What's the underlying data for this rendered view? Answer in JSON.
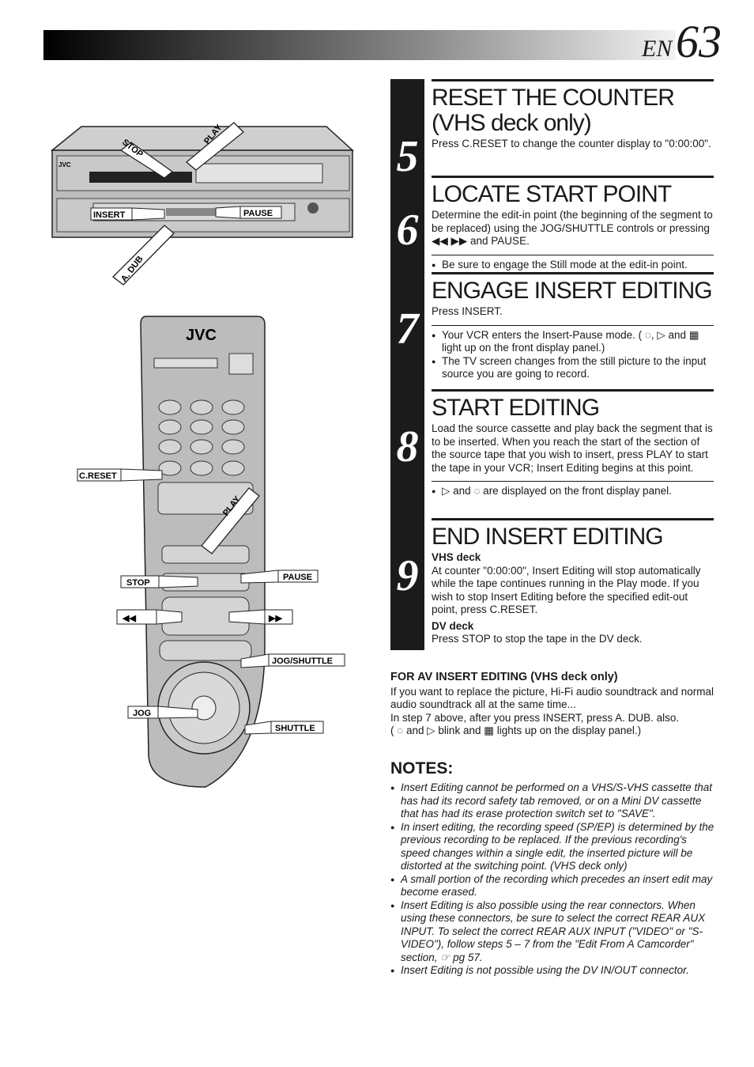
{
  "header": {
    "lang": "EN",
    "page_number": "63"
  },
  "illustration": {
    "deck_labels": {
      "stop": "STOP",
      "play": "PLAY",
      "insert": "INSERT",
      "pause": "PAUSE",
      "a_dub": "A. DUB",
      "jvc": "JVC"
    },
    "remote_labels": {
      "brand": "JVC",
      "c_reset": "C.RESET",
      "play": "PLAY",
      "stop": "STOP",
      "pause": "PAUSE",
      "rewind": "◀◀",
      "ffwd": "▶▶",
      "jog_shuttle": "JOG/SHUTTLE",
      "jog": "JOG",
      "shuttle": "SHUTTLE"
    }
  },
  "steps": [
    {
      "number": "5",
      "title_line1": "RESET THE COUNTER",
      "title_line2": "(VHS deck only)",
      "body": "Press C.RESET to change the counter display to \"0:00:00\"."
    },
    {
      "number": "6",
      "title_line1": "LOCATE START POINT",
      "body": "Determine the edit-in point (the beginning of the segment to be replaced) using the JOG/SHUTTLE controls or pressing ◀◀ ▶▶ and PAUSE.",
      "bullets": [
        "Be sure to engage the Still mode at the edit-in point."
      ]
    },
    {
      "number": "7",
      "title_line1": "ENGAGE INSERT EDITING",
      "body": "Press INSERT.",
      "bullets": [
        "Your VCR enters the Insert-Pause mode. ( ◌, ▷ and ▦ light up on the front display panel.)",
        "The TV screen changes from the still picture to the input source you are going to record."
      ]
    },
    {
      "number": "8",
      "title_line1": "START EDITING",
      "body": "Load the source cassette and play back the segment that is to be inserted. When you reach the start of the section of the source tape that you wish to insert, press PLAY to start the tape in your VCR; Insert Editing begins at this point.",
      "bullets": [
        "▷ and ◌ are displayed on the front display panel."
      ]
    },
    {
      "number": "9",
      "title_line1": "END INSERT EDITING",
      "sub1_title": "VHS deck",
      "sub1_body": "At counter \"0:00:00\", Insert Editing will stop automatically while the tape continues running in the Play mode. If you wish to stop Insert Editing before the specified edit-out point, press C.RESET.",
      "sub2_title": "DV deck",
      "sub2_body": "Press STOP to stop the tape in the DV deck."
    }
  ],
  "av_insert": {
    "title": "FOR AV INSERT EDITING (VHS deck only)",
    "line1": "If you want to replace the picture, Hi-Fi audio soundtrack and normal audio soundtrack all at the same time...",
    "line2": "In step 7 above, after you press INSERT, press A. DUB. also.",
    "line3": "( ◌ and ▷ blink and ▦ lights up on the display panel.)"
  },
  "notes": {
    "title": "NOTES:",
    "items": [
      "Insert Editing cannot be performed on a VHS/S-VHS cassette that has had its record safety tab removed, or on a Mini DV cassette that has had its erase protection switch set to \"SAVE\".",
      "In insert editing, the recording speed (SP/EP) is determined by the previous recording to be replaced. If the previous recording's speed changes within a single edit, the inserted picture will be distorted at the switching point. (VHS deck only)",
      "A small portion of the recording which precedes an insert edit may become erased.",
      "Insert Editing is also possible using the rear connectors. When using these connectors, be sure to select the correct REAR AUX INPUT. To select the correct REAR AUX INPUT (\"VIDEO\" or \"S-VIDEO\"), follow steps 5 – 7 from the \"Edit From A Camcorder\" section, ☞ pg 57.",
      "Insert Editing is not possible using the DV IN/OUT connector."
    ]
  }
}
